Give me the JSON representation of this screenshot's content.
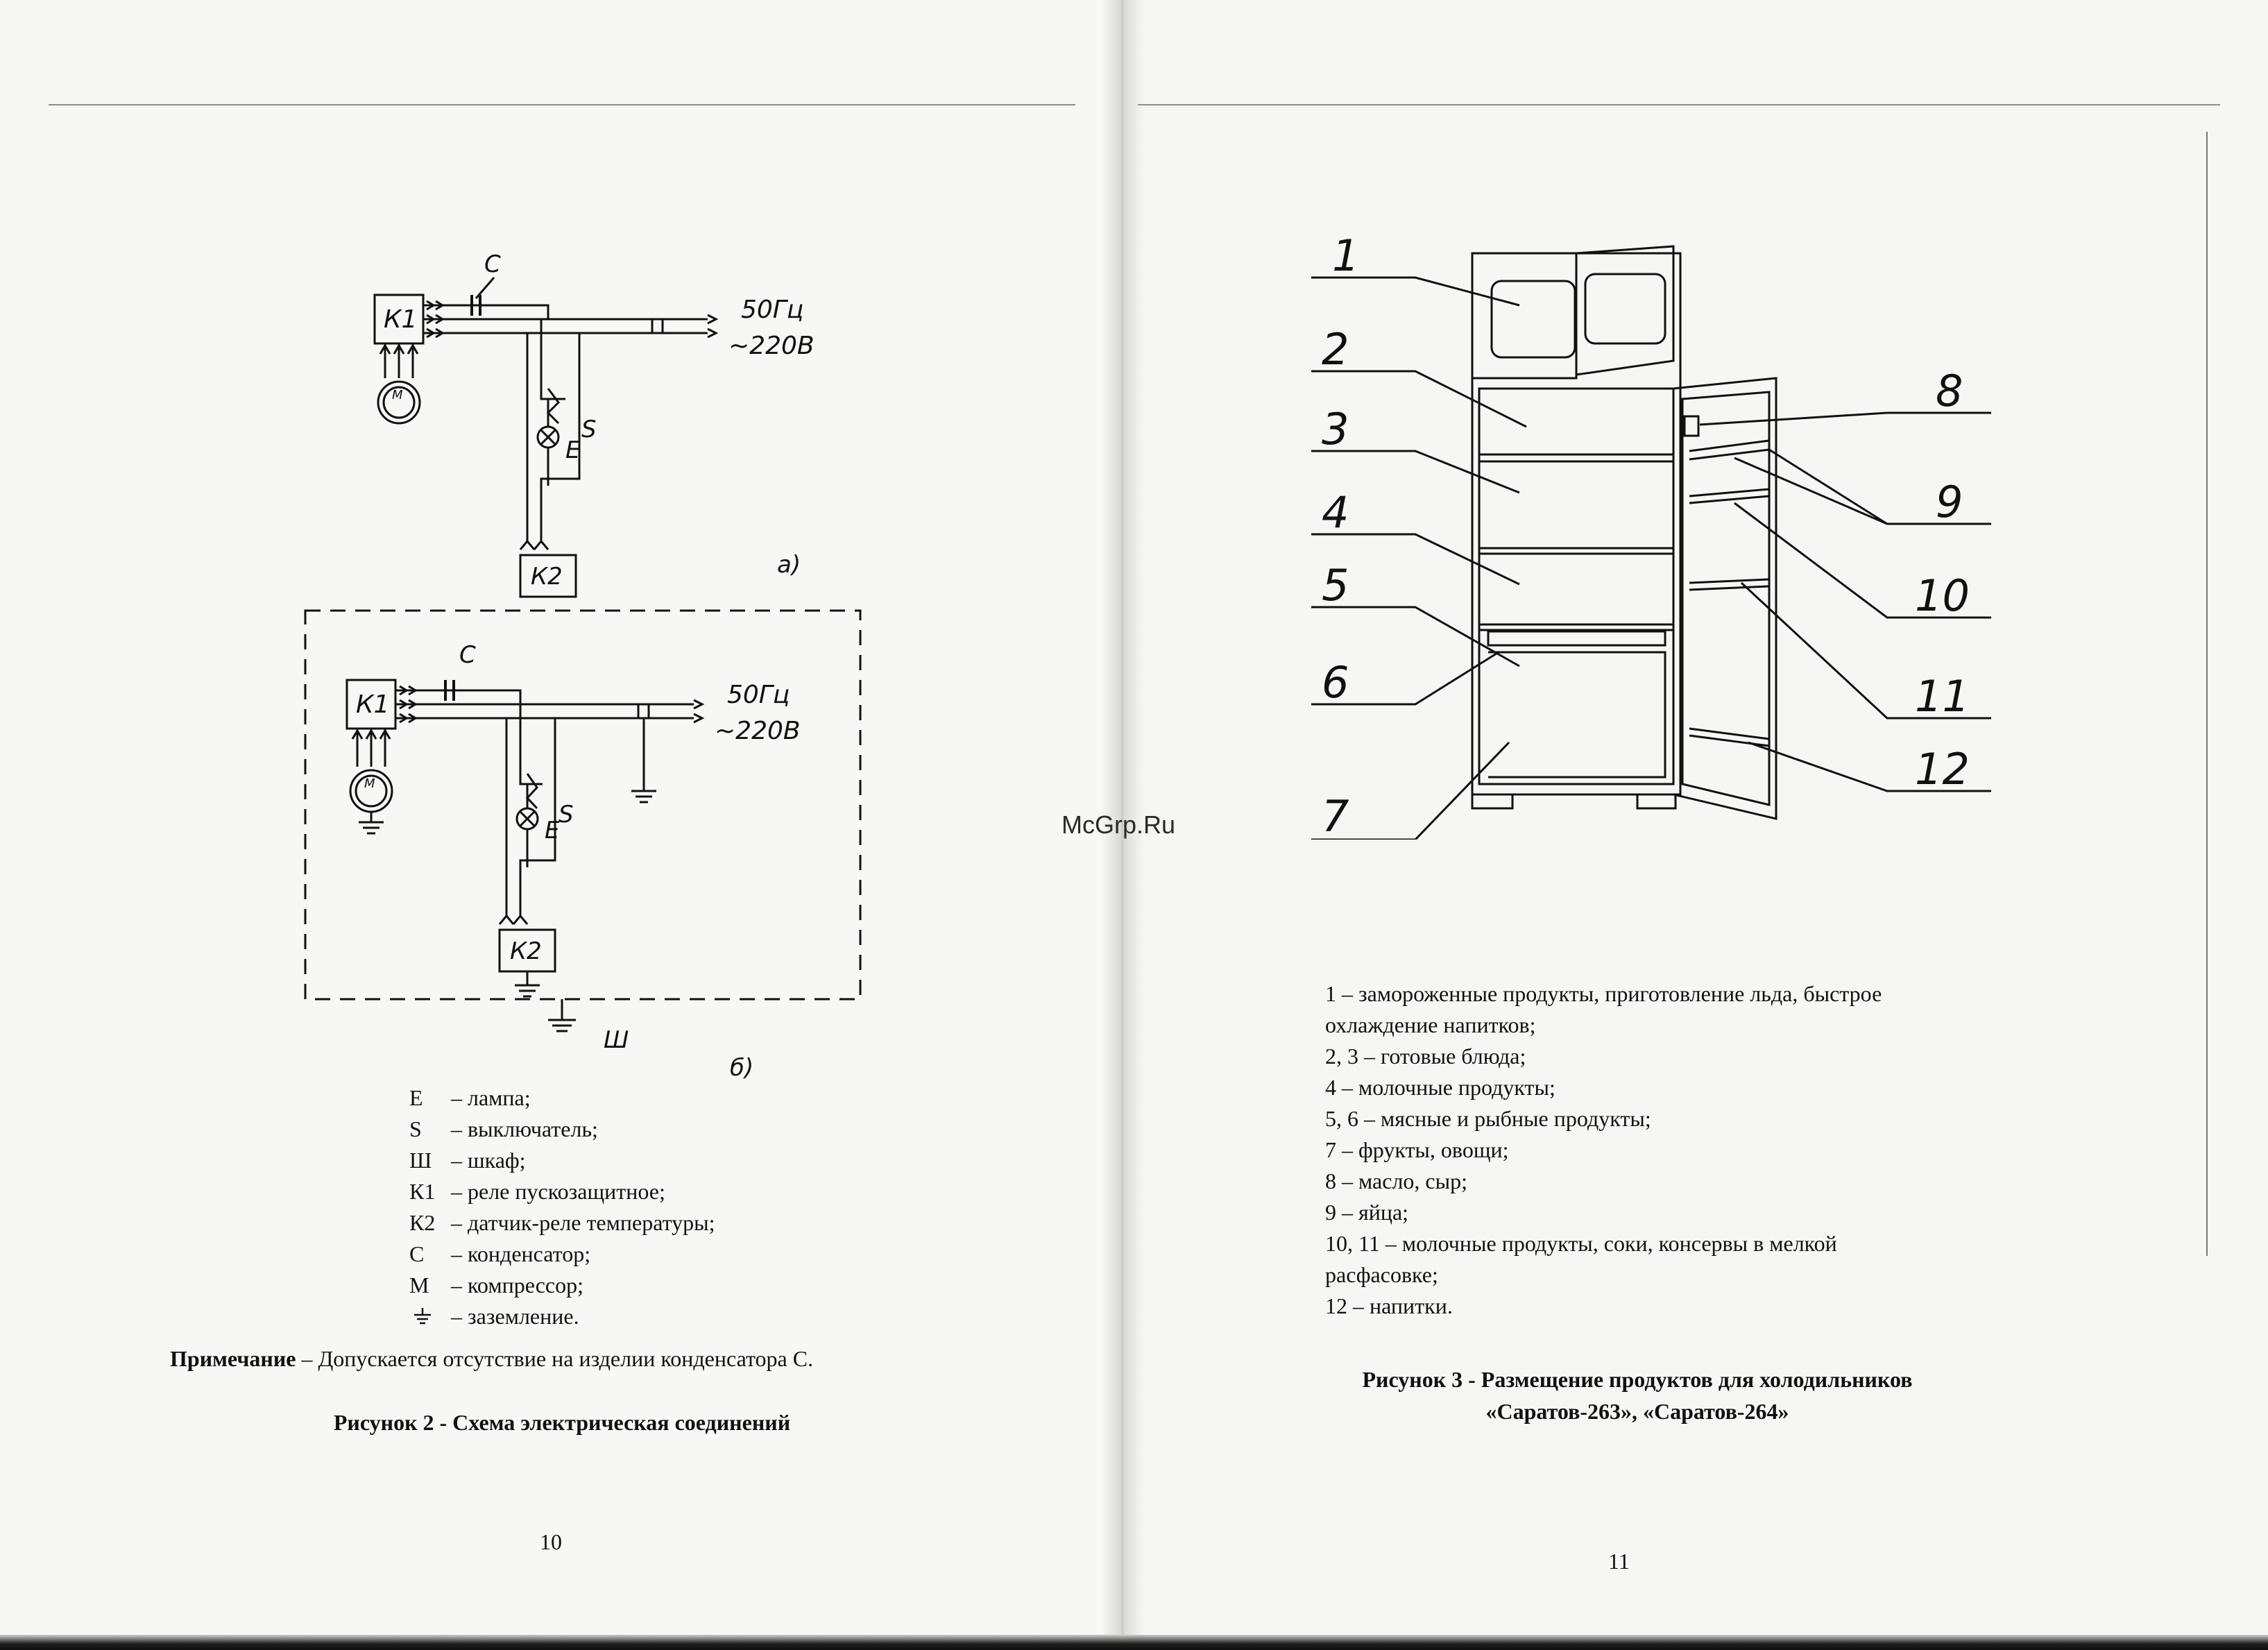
{
  "left_page": {
    "diagram_a": {
      "k1": "К1",
      "c": "С",
      "freq": "50Гц",
      "voltage": "~220В",
      "s": "S",
      "e": "E",
      "k2": "К2",
      "m": "М",
      "label": "а)"
    },
    "diagram_b": {
      "k1": "К1",
      "c": "С",
      "freq": "50Гц",
      "voltage": "~220В",
      "s": "S",
      "e": "E",
      "k2": "К2",
      "m": "М",
      "label": "б)",
      "cabinet": "Ш"
    },
    "legend": [
      {
        "sym": "E",
        "text": "– лампа;"
      },
      {
        "sym": "S",
        "text": "– выключатель;"
      },
      {
        "sym": "Ш",
        "text": "– шкаф;"
      },
      {
        "sym": "К1",
        "text": "– реле пускозащитное;"
      },
      {
        "sym": "К2",
        "text": "– датчик-реле температуры;"
      },
      {
        "sym": "С",
        "text": "– конденсатор;"
      },
      {
        "sym": "М",
        "text": "– компрессор;"
      }
    ],
    "legend_ground": "– заземление.",
    "note_label": "Примечание",
    "note_text": " – Допускается отсутствие на изделии конденсатора С.",
    "caption": "Рисунок 2 - Схема электрическая соединений",
    "page_number": "10"
  },
  "watermark": "McGrp.Ru",
  "right_page": {
    "callouts": [
      "1",
      "2",
      "3",
      "4",
      "5",
      "6",
      "7",
      "8",
      "9",
      "10",
      "11",
      "12"
    ],
    "list": [
      "1 – замороженные продукты, приготовление льда, быстрое",
      "охлаждение напитков;",
      "2, 3 – готовые блюда;",
      "4 –  молочные продукты;",
      "5, 6 – мясные и рыбные продукты;",
      "7 – фрукты, овощи;",
      "8 – масло, сыр;",
      "9 – яйца;",
      "10, 11 – молочные продукты, соки, консервы в мелкой",
      "расфасовке;",
      "12 – напитки."
    ],
    "caption_line1": "Рисунок 3 - Размещение продуктов для холодильников",
    "caption_line2": "«Саратов-263», «Саратов-264»",
    "page_number": "11"
  }
}
